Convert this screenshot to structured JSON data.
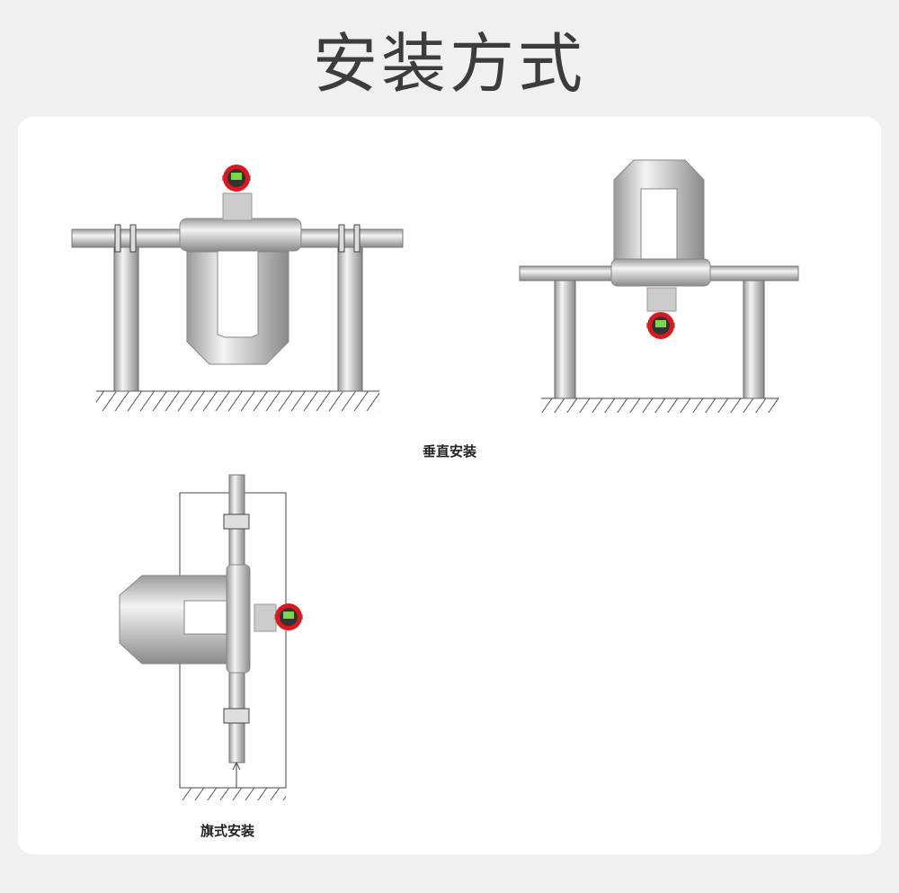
{
  "title": "安装方式",
  "labels": {
    "vertical": "垂直安装",
    "flag": "旗式安装"
  },
  "colors": {
    "transmitter": "#d9191f",
    "display": "#7bd84a",
    "steel": "#c9c9c9"
  }
}
